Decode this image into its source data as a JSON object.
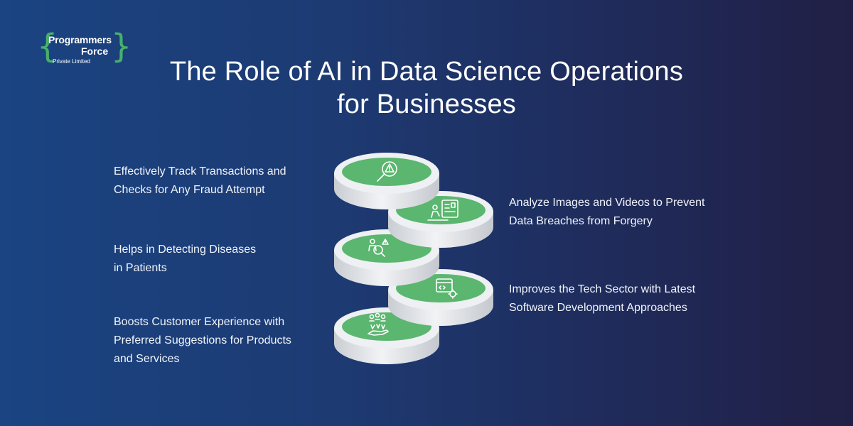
{
  "logo": {
    "line1": "Programmers",
    "line2": "Force",
    "line3": "Private Limited",
    "brace_open": "{",
    "brace_close": "}",
    "brace_color": "#48b06a"
  },
  "title": {
    "line1": "The Role of AI in Data Science Operations",
    "line2": "for Businesses"
  },
  "items_left": [
    {
      "lines": [
        "Effectively Track Transactions and",
        "Checks for Any Fraud Attempt"
      ],
      "icon": "fraud-search-icon"
    },
    {
      "lines": [
        "Helps in Detecting Diseases",
        "in Patients"
      ],
      "icon": "disease-detection-icon"
    },
    {
      "lines": [
        "Boosts Customer Experience with",
        "Preferred Suggestions for Products",
        "and Services"
      ],
      "icon": "customer-hand-icon"
    }
  ],
  "items_right": [
    {
      "lines": [
        "Analyze Images and Videos to Prevent",
        "Data Breaches from Forgery"
      ],
      "icon": "image-analysis-icon"
    },
    {
      "lines": [
        "Improves the Tech Sector with Latest",
        "Software Development Approaches"
      ],
      "icon": "code-gear-icon"
    }
  ],
  "colors": {
    "disk_top": "#5bb66f",
    "disk_rim": "#eef0f3",
    "disk_side": "#d7dade"
  }
}
